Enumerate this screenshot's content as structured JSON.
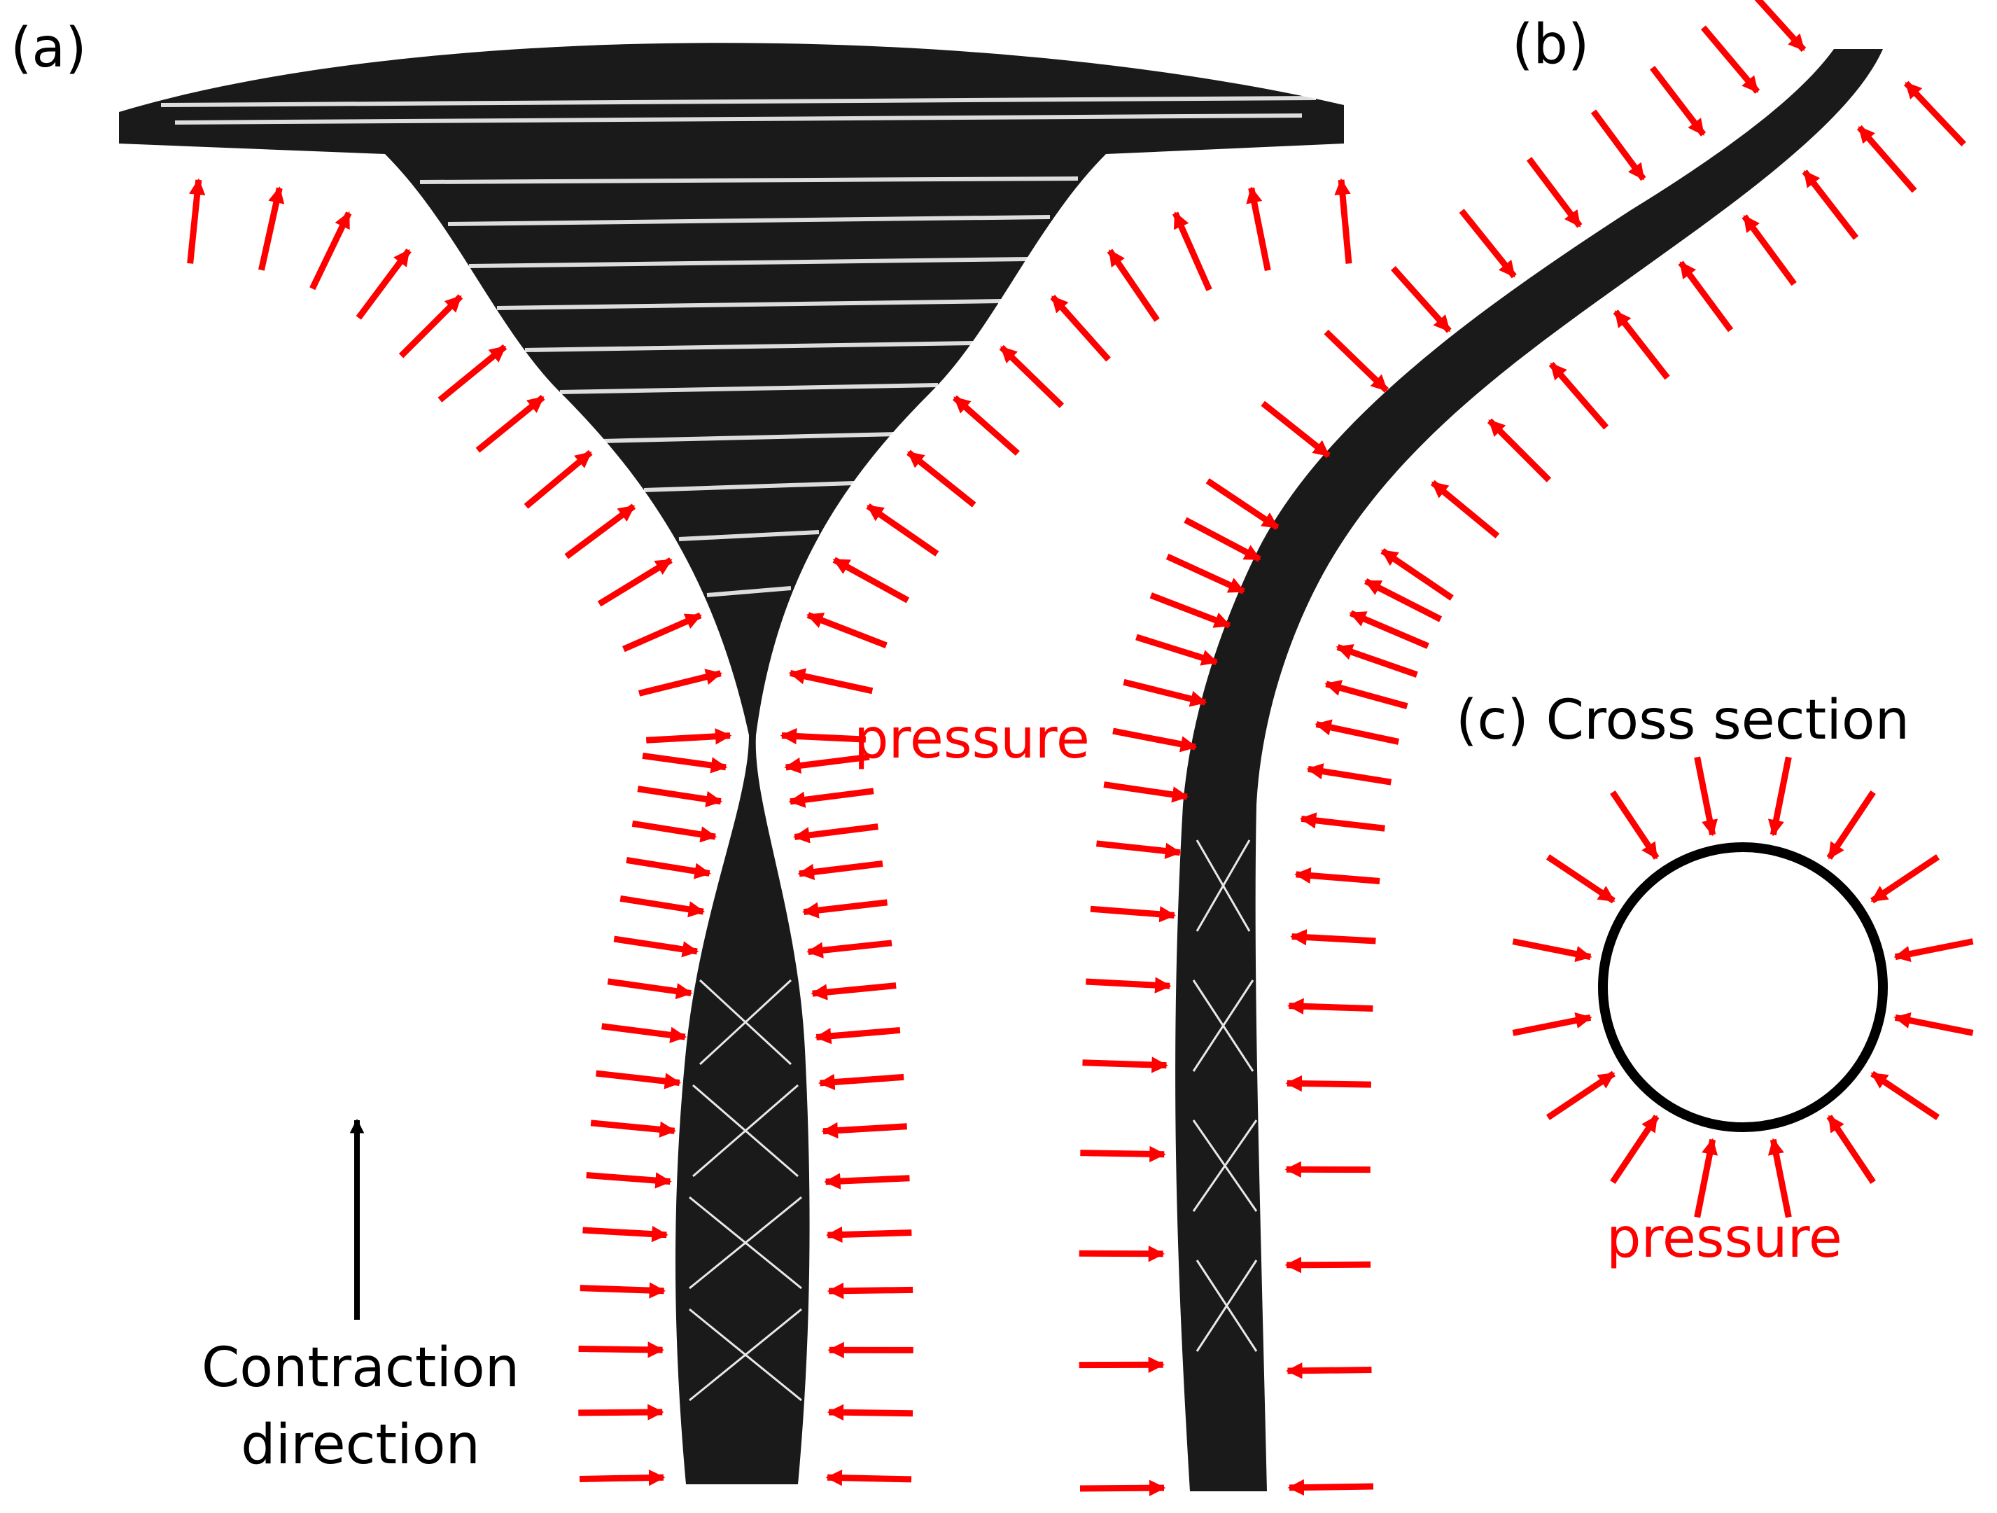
{
  "panels": {
    "a": {
      "label": "(a)"
    },
    "b": {
      "label": "(b)"
    },
    "c": {
      "label": "(c) Cross section"
    }
  },
  "annotations": {
    "pressure_middle": "pressure",
    "pressure_cross_section": "pressure",
    "contraction_line1": "Contraction",
    "contraction_line2": "direction"
  },
  "colors": {
    "arrow": "#ff0000",
    "tube": "#111111",
    "text": "#000000",
    "pressure_text": "#ff0000"
  }
}
